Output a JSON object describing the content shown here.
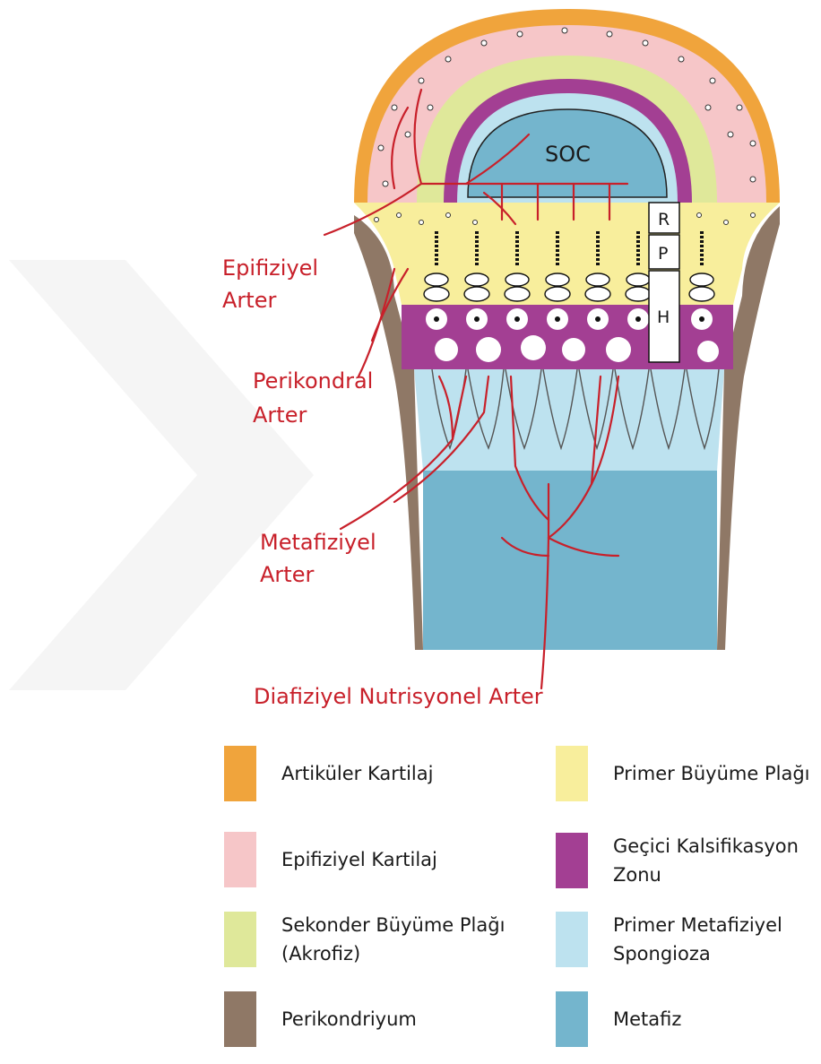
{
  "diagram": {
    "soc_label": "SOC",
    "zone_labels": {
      "r": "R",
      "p": "P",
      "h": "H"
    },
    "arteries": [
      {
        "id": "epifiziyel",
        "line1": "Epifiziyel",
        "line2": "Arter"
      },
      {
        "id": "perikondral",
        "line1": "Perikondral",
        "line2": "Arter"
      },
      {
        "id": "metafiziyel",
        "line1": "Metafiziyel",
        "line2": "Arter"
      },
      {
        "id": "diafiziyel",
        "line1": "Diafiziyel Nutrisyonel Arter",
        "line2": ""
      }
    ],
    "artery_color": "#c8202a"
  },
  "legend": [
    {
      "label": "Artiküler Kartilaj",
      "color": "#f0a43c",
      "icon": "articular-cartilage-swatch"
    },
    {
      "label": "Epifiziyel Kartilaj",
      "color": "#f6c6c8",
      "icon": "epiphyseal-cartilage-swatch"
    },
    {
      "label": "Sekonder Büyüme Plağı\n(Akrofiz)",
      "color": "#dfe89a",
      "icon": "secondary-growth-plate-swatch"
    },
    {
      "label": "Perikondriyum",
      "color": "#8f7866",
      "icon": "perichondrium-swatch"
    },
    {
      "label": "Primer Büyüme Plağı",
      "color": "#f8ee9c",
      "icon": "primary-growth-plate-swatch"
    },
    {
      "label": "Geçici Kalsifikasyon\nZonu",
      "color": "#a33f93",
      "icon": "calcification-zone-swatch"
    },
    {
      "label": "Primer Metafiziyel\nSpongioza",
      "color": "#bde2ef",
      "icon": "primary-spongiosa-swatch"
    },
    {
      "label": "Metafiz",
      "color": "#74b5cd",
      "icon": "metaphysis-swatch"
    }
  ]
}
